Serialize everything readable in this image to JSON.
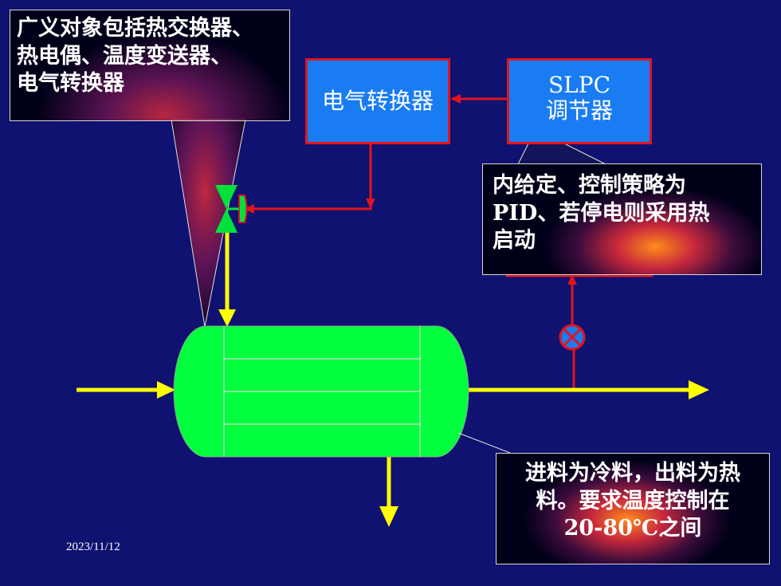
{
  "blocks": {
    "converter": {
      "label": "电气转换器"
    },
    "controller": {
      "line1": "SLPC",
      "line2": "调节器"
    }
  },
  "callouts": {
    "generalized_object": {
      "lines": [
        "广义对象包括热交换器、",
        "热电偶、温度变送器、",
        "电气转换器"
      ]
    },
    "controller_strategy": {
      "lines": [
        "内给定、控制策略为",
        "PID、若停电则采用热",
        "启动"
      ]
    },
    "process_requirement": {
      "lines": [
        "进料为冷料，出料为热",
        "料。要求温度控制在",
        "20-80℃之间"
      ]
    }
  },
  "footer": {
    "date": "2023/11/12"
  },
  "colors": {
    "background": "#0f1270",
    "block_fill": "#1a7cf2",
    "block_border": "#e0141e",
    "signal_line": "#e0141e",
    "process_stream": "#ffff00",
    "vessel_fill": "#00ff3c",
    "valve_fill": "#00e13c"
  }
}
